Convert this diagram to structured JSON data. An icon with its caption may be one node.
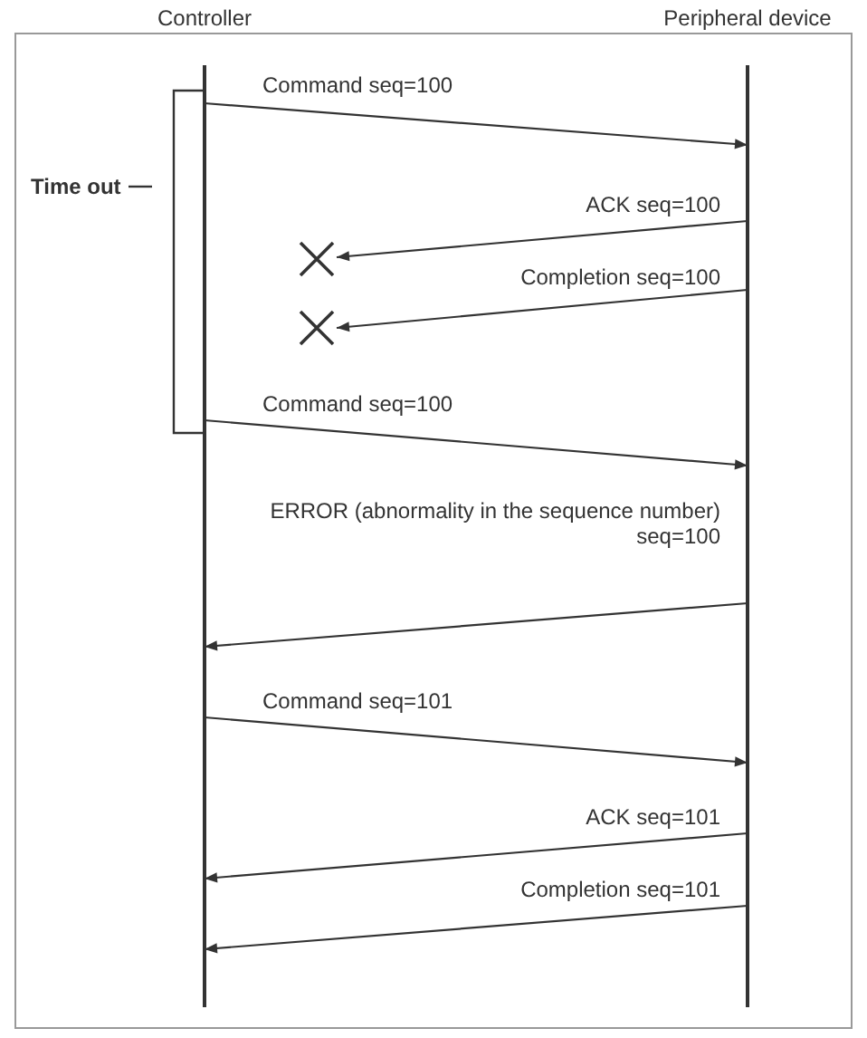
{
  "diagram": {
    "nodes": [
      {
        "text": [
          "Controller"
        ]
      },
      {
        "text": [
          "Peripheral device"
        ]
      },
      {
        "text": [],
        "shape": "cross"
      },
      {
        "text": [],
        "shape": "cross"
      }
    ],
    "edges": [
      {
        "from": 0,
        "to": 1,
        "arrow": "to",
        "label": "Command seq=100"
      },
      {
        "from": 1,
        "to": 2,
        "arrow": "to",
        "label": "ACK seq=100"
      },
      {
        "from": 1,
        "to": 3,
        "arrow": "to",
        "label": "Completion seq=100"
      },
      {
        "from": 0,
        "to": 1,
        "arrow": "to",
        "label": "Command seq=100"
      },
      {
        "from": 1,
        "to": 0,
        "arrow": "to",
        "label": "ERROR (abnormality in the sequence number) seq=100"
      },
      {
        "from": 0,
        "to": 1,
        "arrow": "to",
        "label": "Command seq=101"
      },
      {
        "from": 1,
        "to": 0,
        "arrow": "to",
        "label": "ACK seq=101"
      },
      {
        "from": 1,
        "to": 0,
        "arrow": "to",
        "label": "Completion seq=101"
      }
    ],
    "labels": [
      "Time out"
    ]
  }
}
